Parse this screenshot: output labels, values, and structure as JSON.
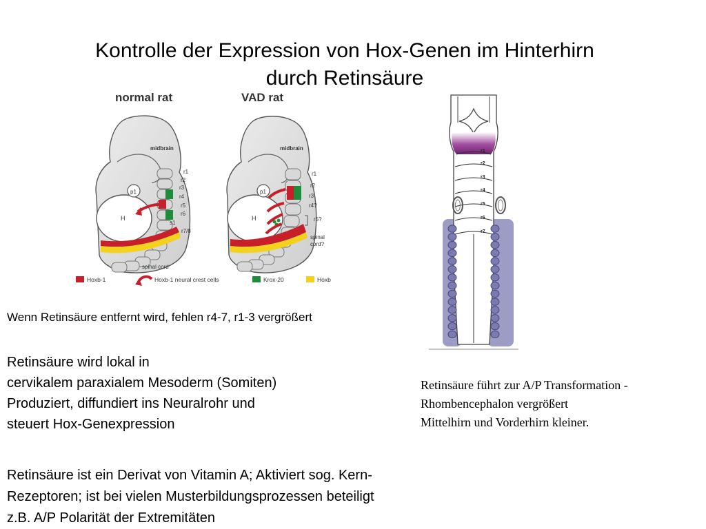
{
  "title": {
    "line1": "Kontrolle der Expression von Hox-Genen im Hinterhirn",
    "line2": "durch Retinsäure"
  },
  "figure_left": {
    "panel_normal_title": "normal rat",
    "panel_vad_title": "VAD rat",
    "labels": {
      "midbrain": "midbrain",
      "p1": "p1",
      "h": "H",
      "r1": "r1",
      "r2": "r2",
      "r3": "r3",
      "r4": "r4",
      "r5": "r5",
      "r6": "r6",
      "s1": "s1",
      "r78": "r7/8",
      "spinal_cord": "spinal cord",
      "r4q": "r4?",
      "r5q": "r5?",
      "spinal_cord_q1": "spinal",
      "spinal_cord_q2": "cord?"
    },
    "legend": [
      {
        "label": "Hoxb-1",
        "color": "#c8202a",
        "kind": "box"
      },
      {
        "label": "Hoxb-1 neural crest cells",
        "color": "#c8202a",
        "kind": "arrow"
      },
      {
        "label": "Krox-20",
        "color": "#1f8c3c",
        "kind": "box"
      },
      {
        "label": "Hoxb",
        "color": "#f2d21c",
        "kind": "box"
      }
    ]
  },
  "figure_right": {
    "rhombomeres": [
      "r1",
      "r2",
      "r3",
      "r4",
      "r5",
      "r6",
      "r7"
    ],
    "colors": {
      "purple": "#8a2a86",
      "somite_bg": "#9c9cc4",
      "somite": "#7b7bb0"
    }
  },
  "caption_1": "Wenn Retinsäure entfernt wird, fehlen r4-7, r1-3 vergrößert",
  "paragraph_1": [
    "Retinsäure wird lokal in",
    "cervikalem paraxialem Mesoderm (Somiten)",
    "Produziert, diffundiert ins Neuralrohr und",
    "steuert Hox-Genexpression"
  ],
  "paragraph_2": [
    "Retinsäure ist ein Derivat von Vitamin A; Aktiviert sog. Kern-",
    "Rezeptoren; ist bei vielen Musterbildungsprozessen beteiligt",
    "z.B. A/P Polarität der Extremitäten"
  ],
  "caption_2": [
    "Retinsäure führt zur A/P Transformation -",
    "Rhombencephalon vergrößert",
    "Mittelhirn und Vorderhirn kleiner."
  ]
}
